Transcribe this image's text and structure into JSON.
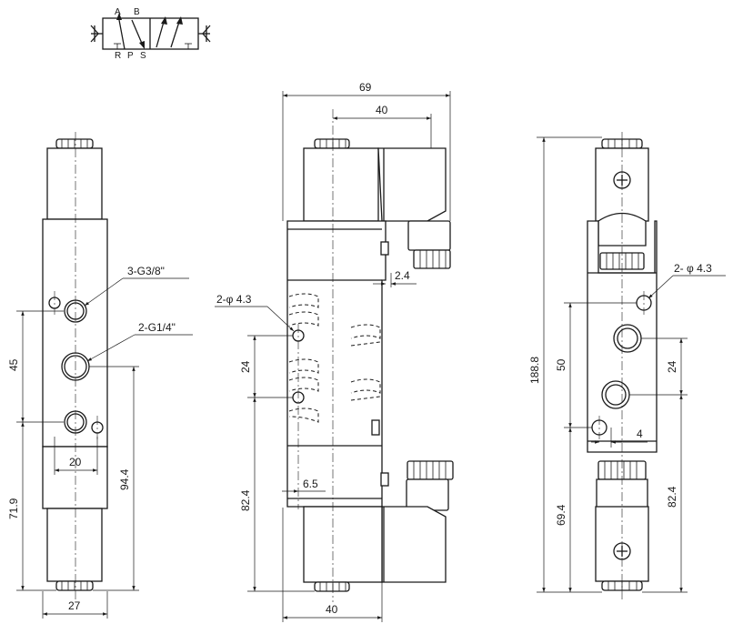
{
  "symbol": {
    "port_a": "A",
    "port_b": "B",
    "port_r": "R",
    "port_p": "P",
    "port_s": "S"
  },
  "front_view": {
    "dim_width": "27",
    "dim_port_spacing": "20",
    "dim_height_left": "71.9",
    "dim_port_pitch": "45",
    "dim_height_right": "94.4",
    "label_g38": "3-G3/8\"",
    "label_g14": "2-G1/4\""
  },
  "side_view": {
    "dim_total_width": "69",
    "dim_coil_width": "40",
    "dim_body_width": "40",
    "dim_offset": "2.4",
    "label_holes": "2-φ 4.3",
    "dim_hole_pitch": "24",
    "dim_hole_height": "82.4",
    "dim_hole_offset": "6.5"
  },
  "rear_view": {
    "label_holes": "2- φ 4.3",
    "dim_overall": "188.8",
    "dim_50": "50",
    "dim_69_4": "69.4",
    "dim_24": "24",
    "dim_82_4": "82.4",
    "dim_4": "4"
  }
}
